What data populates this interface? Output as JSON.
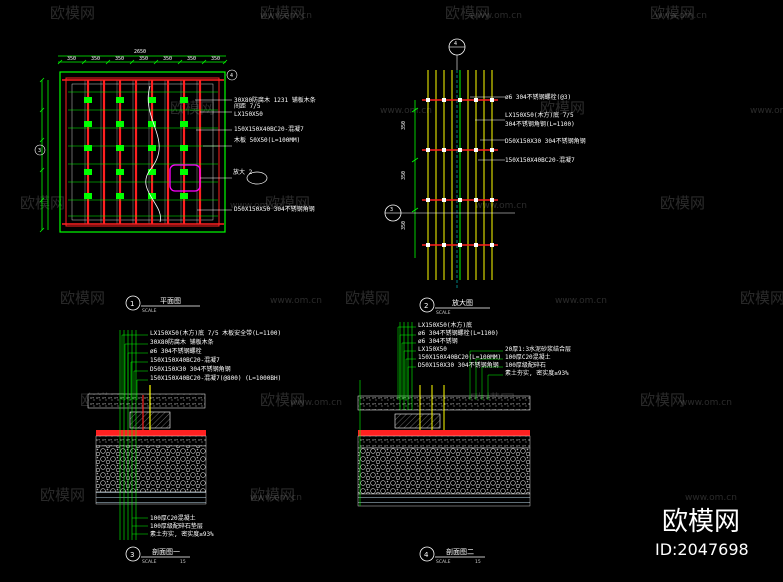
{
  "views": [
    {
      "number": "1",
      "title": "平面图",
      "scale": "SCALE"
    },
    {
      "number": "2",
      "title": "放大图",
      "scale": "SCALE"
    },
    {
      "number": "3",
      "title": "剖面图一",
      "scale": "SCALE",
      "ratio": "15"
    },
    {
      "number": "4",
      "title": "剖面图二",
      "scale": "SCALE",
      "ratio": "15"
    }
  ],
  "plan_notes": [
    "30X80防腐木 1231 铺板木条",
    "间距 7/5",
    "LX150X50",
    "150X150X40BC20-混凝7",
    "木板 50X50(L=100MM)",
    "",
    "D50X150X50 304不锈钢角钢"
  ],
  "plan_callout": "放大 2",
  "plan_section_tags": [
    "3",
    "4"
  ],
  "enlarged_notes": [
    "ø6 304不锈钢螺栓(@3)",
    "LX150X50(木方)底 7/5",
    "304不锈钢角钢(L=1100)",
    "D50X150X30 304不锈钢角钢",
    "150X150X40BC20-混凝7"
  ],
  "enlarged_tags": [
    "4",
    "3"
  ],
  "section1_notes": [
    "LX150X50(木方)底 7/5  木板安全带(L=1100)",
    "30X80防腐木  铺板木条",
    "ø6 304不锈钢螺栓",
    "150X150X40BC20-混凝7",
    "D50X150X30 304不锈钢角钢",
    "150X150X40BC20-混凝7(@800) (L=1000BH)"
  ],
  "section1_bottom": [
    "100厚C20混凝土",
    "100厚级配碎石垫层",
    "素土夯实, 密实度≥93%"
  ],
  "section2_notes": [
    "LX150X50(木方)底",
    "ø6 304不锈钢螺栓(L=1100)",
    "ø6 304不锈钢",
    "LX150X50",
    "150X150X40BC20(L=100MM)",
    "D50X150X30 304不锈钢角钢"
  ],
  "section2_right": [
    "20厚1:3水泥砂浆结合层",
    "100厚C20混凝土",
    "100厚级配碎石",
    "素土夯实, 密实度≥93%"
  ],
  "dims": {
    "plan_top": [
      "350",
      "350",
      "350",
      "350",
      "350",
      "350",
      "350"
    ],
    "plan_total": "2650",
    "enlarged_left": [
      "350",
      "350",
      "350"
    ]
  },
  "watermarks": [
    {
      "brand": "欧模网",
      "url": "www.om.cn"
    }
  ],
  "brand": {
    "name": "欧模网",
    "id": "ID:2047698"
  },
  "colors": {
    "background": "#000000",
    "green": "#00ff00",
    "red": "#ff2020",
    "yellow": "#ffff00",
    "magenta": "#ff00ff",
    "cyan": "#00ffff"
  }
}
